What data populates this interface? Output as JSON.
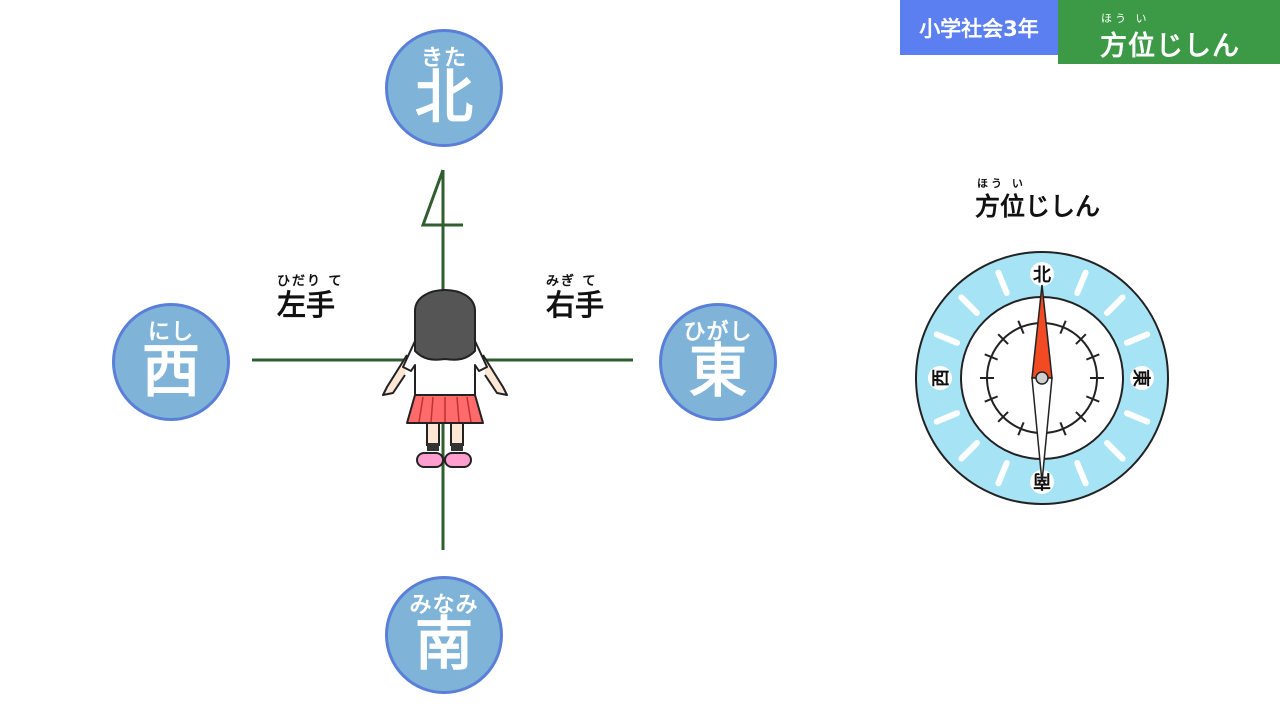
{
  "header": {
    "grade": "小学社会3年",
    "title_ruby": "ほう い",
    "title": "方位じしん"
  },
  "directions": {
    "north": {
      "reading": "きた",
      "kanji": "北"
    },
    "south": {
      "reading": "みなみ",
      "kanji": "南"
    },
    "west": {
      "reading": "にし",
      "kanji": "西"
    },
    "east": {
      "reading": "ひがし",
      "kanji": "東"
    }
  },
  "hands": {
    "left": {
      "ruby": "ひだり て",
      "label": "左手"
    },
    "right": {
      "ruby": "みぎ て",
      "label": "右手"
    }
  },
  "compass": {
    "title_ruby": "ほう い",
    "title": "方位じしん",
    "labels": {
      "north": "北",
      "east": "東",
      "south": "南",
      "west": "西"
    }
  },
  "colors": {
    "grade_badge": "#5b7ff0",
    "title_badge": "#3c9a46",
    "direction_circle": "#7fb3d8",
    "direction_border": "#5a7fd8",
    "cross_lines": "#2f5e2f",
    "compass_ring": "#a6e3f5",
    "needle_north": "#f24a22"
  }
}
